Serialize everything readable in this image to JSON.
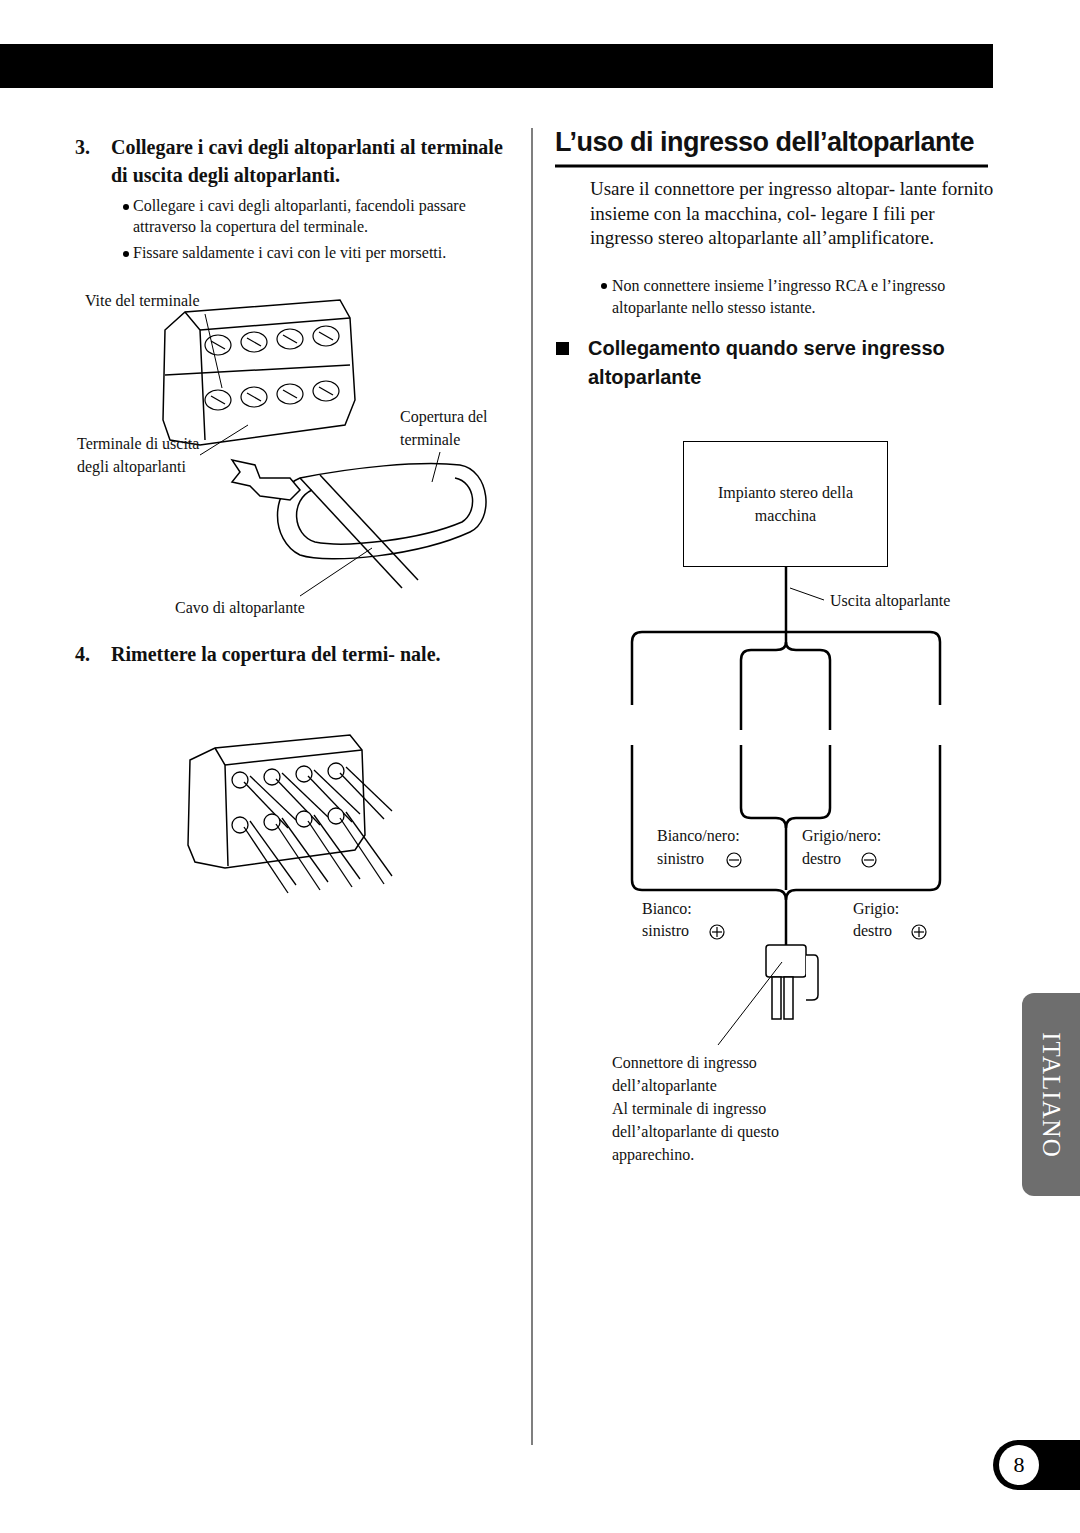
{
  "diagram": {
    "title": "L’uso di ingresso dell’altoparlante",
    "nodes": [
      {
        "text": [
          "Impianto stereo della macchina"
        ]
      },
      {
        "text": [
          "ITALIANO"
        ]
      },
      {
        "text": [
          "8"
        ]
      }
    ],
    "labels": [
      "3.",
      "Collegare i cavi degli altoparlanti al terminale di uscita degli altoparlanti.",
      "Collegare i cavi degli altoparlanti, facendoli passare attraverso la copertura del terminale.",
      "Fissare saldamente i cavi con le viti per morsetti.",
      "Vite del terminale",
      "Terminale di uscita degli altoparlanti",
      "Copertura del terminale",
      "Cavo di altoparlante",
      "4.",
      "Rimettere la copertura del termi- nale.",
      "Usare il connettore per ingresso altopar- lante fornito insieme con la macchina, col- legare I fili per ingresso stereo altoparlante all’amplificatore.",
      "Non connettere insieme l’ingresso RCA e l’ingresso altoparlante nello stesso istante.",
      "Collegamento quando serve ingresso altoparlante",
      "Uscita altoparlante",
      "Bianco/nero:",
      "sinistro",
      "Grigio/nero:",
      "destro",
      "Bianco:",
      "sinistro",
      "Grigio:",
      "destro",
      "Connettore di ingresso dell’altoparlante",
      "Al terminale di ingresso dell’altoparlante di questo apparechino."
    ]
  }
}
